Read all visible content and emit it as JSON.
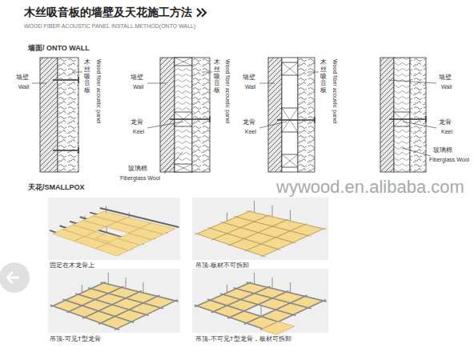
{
  "diagram": {
    "title": "木丝吸音板的墙壁及天花施工方法",
    "labels": [
      "WOOD FIBER ACOUSTIC PANEL INSTALL METHOD(ONTO WALL)",
      "墙面/ ONTO WALL",
      "墙壁",
      "Wall",
      "木丝吸音板",
      "Wood fiber acoustic panel",
      "墙壁",
      "Wall",
      "龙骨",
      "Keel",
      "玻璃棉",
      "Fiberglass Wool",
      "Wood fiber acoustic panel",
      "木丝吸音板",
      "墙壁",
      "Wall",
      "龙骨",
      "Keel",
      "木丝吸音板",
      "Wood fiber acoustic panel",
      "墙壁",
      "Wall",
      "龙骨",
      "Keel",
      "玻璃棉",
      "Fiberglass Wool",
      "天花/SMALLPOX",
      "固定在木龙骨上",
      "吊顶-板材不可拆卸",
      "吊顶-可见T型龙骨",
      "吊顶-不可见T型龙骨，板材可拆卸",
      "wywood.en.alibaba.com"
    ]
  }
}
